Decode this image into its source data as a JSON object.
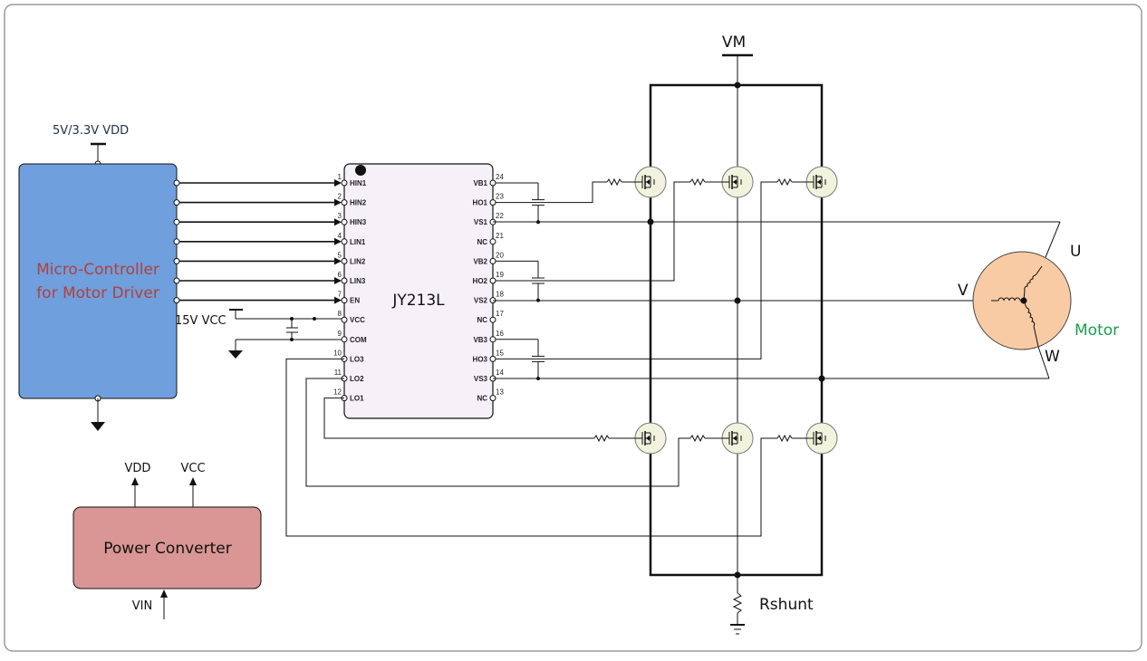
{
  "supply": {
    "vdd_label": "5V/3.3V VDD",
    "vcc_label": "15V VCC",
    "vm_label": "VM"
  },
  "mcu": {
    "line1": "Micro-Controller",
    "line2": "for Motor Driver"
  },
  "ic": {
    "name": "JY213L",
    "left_pins": [
      {
        "num": "1",
        "name": "HIN1"
      },
      {
        "num": "2",
        "name": "HIN2"
      },
      {
        "num": "3",
        "name": "HIN3"
      },
      {
        "num": "4",
        "name": "LIN1"
      },
      {
        "num": "5",
        "name": "LIN2"
      },
      {
        "num": "6",
        "name": "LIN3"
      },
      {
        "num": "7",
        "name": "EN"
      },
      {
        "num": "8",
        "name": "VCC"
      },
      {
        "num": "9",
        "name": "COM"
      },
      {
        "num": "10",
        "name": "LO3"
      },
      {
        "num": "11",
        "name": "LO2"
      },
      {
        "num": "12",
        "name": "LO1"
      }
    ],
    "right_pins": [
      {
        "num": "24",
        "name": "VB1"
      },
      {
        "num": "23",
        "name": "HO1"
      },
      {
        "num": "22",
        "name": "VS1"
      },
      {
        "num": "21",
        "name": "NC"
      },
      {
        "num": "20",
        "name": "VB2"
      },
      {
        "num": "19",
        "name": "HO2"
      },
      {
        "num": "18",
        "name": "VS2"
      },
      {
        "num": "17",
        "name": "NC"
      },
      {
        "num": "16",
        "name": "VB3"
      },
      {
        "num": "15",
        "name": "HO3"
      },
      {
        "num": "14",
        "name": "VS3"
      },
      {
        "num": "13",
        "name": "NC"
      }
    ]
  },
  "power": {
    "title": "Power Converter",
    "out1": "VDD",
    "out2": "VCC",
    "input": "VIN"
  },
  "motor": {
    "label": "Motor",
    "u": "U",
    "v": "V",
    "w": "W"
  },
  "shunt": {
    "label": "Rshunt"
  },
  "colors": {
    "mcu_fill": "#6f9fdc",
    "mcu_text": "#b0413e",
    "ic_fill": "#f6f1f8",
    "power_fill": "#d99694",
    "motor_fill": "#f8cba4",
    "motor_text": "#1a9e4a",
    "fet_fill": "#f1f3dd",
    "frame": "#9a9a9a"
  },
  "icons": [
    "ground-symbol",
    "arrow-up",
    "resistor",
    "capacitor",
    "n-mosfet",
    "motor-winding"
  ]
}
